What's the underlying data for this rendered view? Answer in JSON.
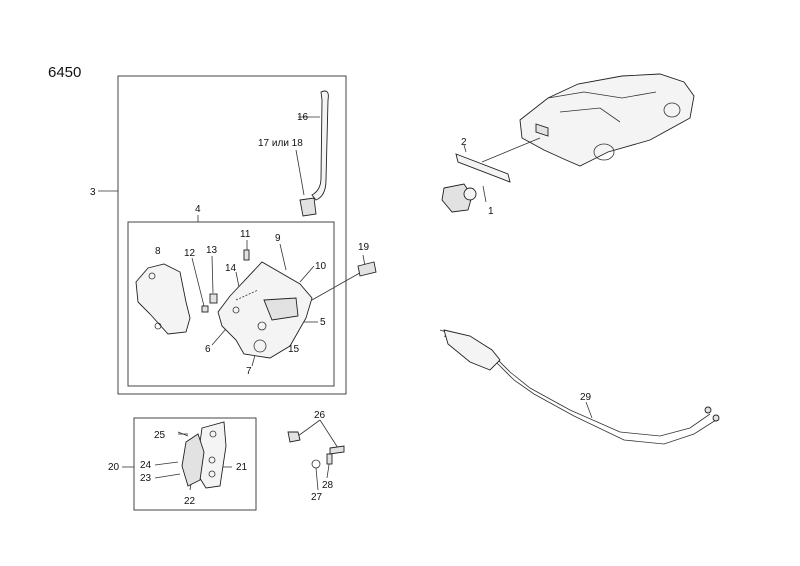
{
  "diagram_code": "6450",
  "callouts": [
    "1",
    "2",
    "3",
    "4",
    "5",
    "6",
    "7",
    "8",
    "9",
    "10",
    "11",
    "12",
    "13",
    "14",
    "15",
    "16",
    "17 или 18",
    "19",
    "20",
    "21",
    "22",
    "23",
    "24",
    "25",
    "26",
    "27",
    "28",
    "29"
  ]
}
